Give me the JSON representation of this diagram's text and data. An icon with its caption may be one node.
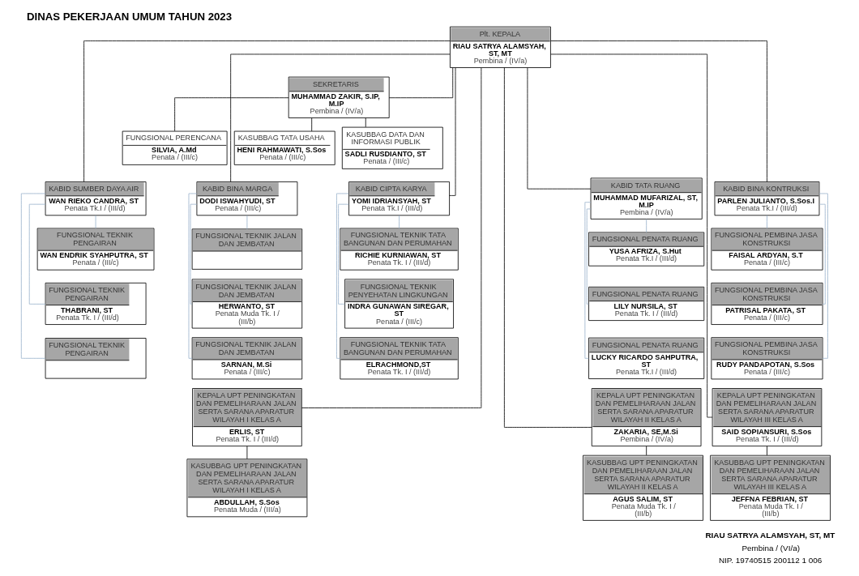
{
  "diagram": {
    "title": "DINAS PEKERJAAN UMUM TAHUN 2023",
    "nodes": [
      {
        "text": [
          "Plt. KEPALA",
          "RIAU SATRYA ALAMSYAH, ST, MT",
          "Pembina / (IV/a)"
        ]
      },
      {
        "text": [
          "SEKRETARIS",
          "MUHAMMAD ZAKIR, S.IP, M.IP",
          "Pembina / (IV/a)"
        ]
      },
      {
        "text": [
          "KASUBBAG TATA USAHA",
          "HENI RAHMAWATI, S.Sos",
          "Penata / (III/c)"
        ]
      },
      {
        "text": [
          "KASUBBAG DATA DAN INFORMASI PUBLIK",
          "SADLI RUSDIANTO, ST",
          "Penata / (III/c)"
        ]
      },
      {
        "text": [
          "FUNGSIONAL PERENCANA",
          "SILVIA, A.Md",
          "Penata / (III/c)"
        ]
      },
      {
        "text": [
          "KABID SUMBER DAYA AIR",
          "WAN RIEKO CANDRA, ST",
          "Penata Tk.I / (III/d)"
        ]
      },
      {
        "text": [
          "KABID BINA MARGA",
          "DODI ISWAHYUDI, ST",
          "Penata / (III/c)"
        ]
      },
      {
        "text": [
          "KABID CIPTA KARYA",
          "YOMI IDRIANSYAH, ST",
          "Penata Tk.I / (III/d)"
        ]
      },
      {
        "text": [
          "KABID TATA RUANG",
          "MUHAMMAD MUFARIZAL, ST, M.IP",
          "Pembina / (IV/a)"
        ]
      },
      {
        "text": [
          "KABID BINA KONTRUKSI",
          "PARLEN JULIANTO, S.Sos.I",
          "Penata Tk.I / (III/d)"
        ]
      },
      {
        "text": [
          "FUNGSIONAL TEKNIK PENGAIRAN",
          "WAN ENDRIK SYAHPUTRA, ST",
          "Penata / (III/c)"
        ]
      },
      {
        "text": [
          "FUNGSIONAL TEKNIK PENGAIRAN",
          "THABRANI, ST",
          "Penata Tk. I / (III/d)"
        ]
      },
      {
        "text": [
          "FUNGSIONAL TEKNIK PENGAIRAN"
        ]
      },
      {
        "text": [
          "FUNGSIONAL TEKNIK JALAN DAN JEMBATAN"
        ]
      },
      {
        "text": [
          "FUNGSIONAL TEKNIK JALAN DAN JEMBATAN",
          "HERWANTO, ST",
          "Penata Muda Tk. I / (III/b)"
        ]
      },
      {
        "text": [
          "FUNGSIONAL TEKNIK JALAN DAN JEMBATAN",
          "SARNAN, M.Si",
          "Penata / (III/c)"
        ]
      },
      {
        "text": [
          "FUNGSIONAL TEKNIK TATA BANGUNAN DAN PERUMAHAN",
          "RICHIE KURNIAWAN, ST",
          "Penata Tk. I / (III/d)"
        ]
      },
      {
        "text": [
          "FUNGSIONAL TEKNIK PENYEHATAN LINGKUNGAN",
          "INDRA GUNAWAN SIREGAR, ST",
          "Penata / (III/c)"
        ]
      },
      {
        "text": [
          "FUNGSIONAL TEKNIK TATA BANGUNAN DAN PERUMAHAN",
          "ELRACHMOND,ST",
          "Penata Tk. I / (III/d)"
        ]
      },
      {
        "text": [
          "FUNGSIONAL PENATA RUANG",
          "YUSA AFRIZA, S.Hut",
          "Penata Tk.I / (III/d)"
        ]
      },
      {
        "text": [
          "FUNGSIONAL PENATA RUANG",
          "LILY NURSILA, ST",
          "Penata Tk. I / (III/d)"
        ]
      },
      {
        "text": [
          "FUNGSIONAL PENATA RUANG",
          "LUCKY RICARDO SAHPUTRA, ST",
          "Penata Tk.I / (III/d)"
        ]
      },
      {
        "text": [
          "FUNGSIONAL PEMBINA JASA KONSTRUKSI",
          "FAISAL ARDYAN, S.T",
          "Penata / (III/c)"
        ]
      },
      {
        "text": [
          "FUNGSIONAL PEMBINA JASA KONSTRUKSI",
          "PATRISAL PAKATA, ST",
          "Penata / (III/c)"
        ]
      },
      {
        "text": [
          "FUNGSIONAL PEMBINA JASA KONSTRUKSI",
          "RUDY PANDAPOTAN, S.Sos",
          "Penata / (III/c)"
        ]
      },
      {
        "text": [
          "KEPALA UPT PENINGKATAN DAN PEMELIHARAAN JALAN SERTA SARANA APARATUR WILAYAH I KELAS A",
          "ERLIS, ST",
          "Penata Tk. I / (III/d)"
        ]
      },
      {
        "text": [
          "KEPALA UPT PENINGKATAN DAN PEMELIHARAAN JALAN SERTA SARANA APARATUR WILAYAH II KELAS A",
          "ZAKARIA, SE,M.Si",
          "Pembina / (IV/a)"
        ]
      },
      {
        "text": [
          "KEPALA UPT PENINGKATAN DAN PEMELIHARAAN JALAN SERTA SARANA APARATUR WILAYAH III KELAS A",
          "SAID SOPIANSURI, S.Sos",
          "Penata Tk. I / (III/d)"
        ]
      },
      {
        "text": [
          "KASUBBAG UPT PENINGKATAN DAN PEMELIHARAAN JALAN SERTA SARANA APARATUR WILAYAH I KELAS A",
          "ABDULLAH, S.Sos",
          "Penata Muda / (III/a)"
        ]
      },
      {
        "text": [
          "KASUBBAG UPT PENINGKATAN DAN PEMELIHARAAN JALAN SERTA SARANA APARATUR WILAYAH II KELAS A",
          "AGUS SALIM, ST",
          "Penata Muda Tk. I / (III/b)"
        ]
      },
      {
        "text": [
          "KASUBBAG UPT PENINGKATAN DAN PEMELIHARAAN JALAN SERTA SARANA APARATUR WILAYAH III KELAS A",
          "JEFFNA FEBRIAN, ST",
          "Penata Muda Tk. I / (III/b)"
        ]
      }
    ],
    "edges": [
      {
        "from": 0,
        "to": 1,
        "arrow": "none"
      },
      {
        "from": 1,
        "to": 2,
        "arrow": "none"
      },
      {
        "from": 1,
        "to": 3,
        "arrow": "none"
      },
      {
        "from": 1,
        "to": 4,
        "arrow": "none"
      },
      {
        "from": 0,
        "to": 5,
        "arrow": "none"
      },
      {
        "from": 0,
        "to": 6,
        "arrow": "none"
      },
      {
        "from": 0,
        "to": 7,
        "arrow": "none"
      },
      {
        "from": 0,
        "to": 8,
        "arrow": "none"
      },
      {
        "from": 0,
        "to": 9,
        "arrow": "none"
      },
      {
        "from": 5,
        "to": 10,
        "arrow": "none",
        "color": "#9ab3cc"
      },
      {
        "from": 5,
        "to": 11,
        "arrow": "none",
        "color": "#9ab3cc"
      },
      {
        "from": 5,
        "to": 12,
        "arrow": "none",
        "color": "#9ab3cc"
      },
      {
        "from": 6,
        "to": 13,
        "arrow": "none",
        "color": "#9ab3cc"
      },
      {
        "from": 6,
        "to": 14,
        "arrow": "none",
        "color": "#9ab3cc"
      },
      {
        "from": 6,
        "to": 15,
        "arrow": "none",
        "color": "#9ab3cc"
      },
      {
        "from": 7,
        "to": 16,
        "arrow": "none",
        "color": "#9ab3cc"
      },
      {
        "from": 7,
        "to": 17,
        "arrow": "none",
        "color": "#9ab3cc"
      },
      {
        "from": 7,
        "to": 18,
        "arrow": "none",
        "color": "#9ab3cc"
      },
      {
        "from": 8,
        "to": 19,
        "arrow": "none",
        "color": "#9ab3cc"
      },
      {
        "from": 8,
        "to": 20,
        "arrow": "none",
        "color": "#9ab3cc"
      },
      {
        "from": 8,
        "to": 21,
        "arrow": "none",
        "color": "#9ab3cc"
      },
      {
        "from": 9,
        "to": 22,
        "arrow": "none",
        "color": "#9ab3cc"
      },
      {
        "from": 9,
        "to": 23,
        "arrow": "none",
        "color": "#9ab3cc"
      },
      {
        "from": 9,
        "to": 24,
        "arrow": "none",
        "color": "#9ab3cc"
      },
      {
        "from": 0,
        "to": 25,
        "arrow": "none"
      },
      {
        "from": 0,
        "to": 26,
        "arrow": "none"
      },
      {
        "from": 0,
        "to": 27,
        "arrow": "none"
      },
      {
        "from": 25,
        "to": 28,
        "arrow": "none"
      },
      {
        "from": 26,
        "to": 29,
        "arrow": "none"
      },
      {
        "from": 27,
        "to": 30,
        "arrow": "none"
      }
    ],
    "labels": [
      "RIAU SATRYA ALAMSYAH, ST, MT",
      "Pembina / (VI/a)",
      "NIP. 19740515 200112 1 006"
    ]
  }
}
